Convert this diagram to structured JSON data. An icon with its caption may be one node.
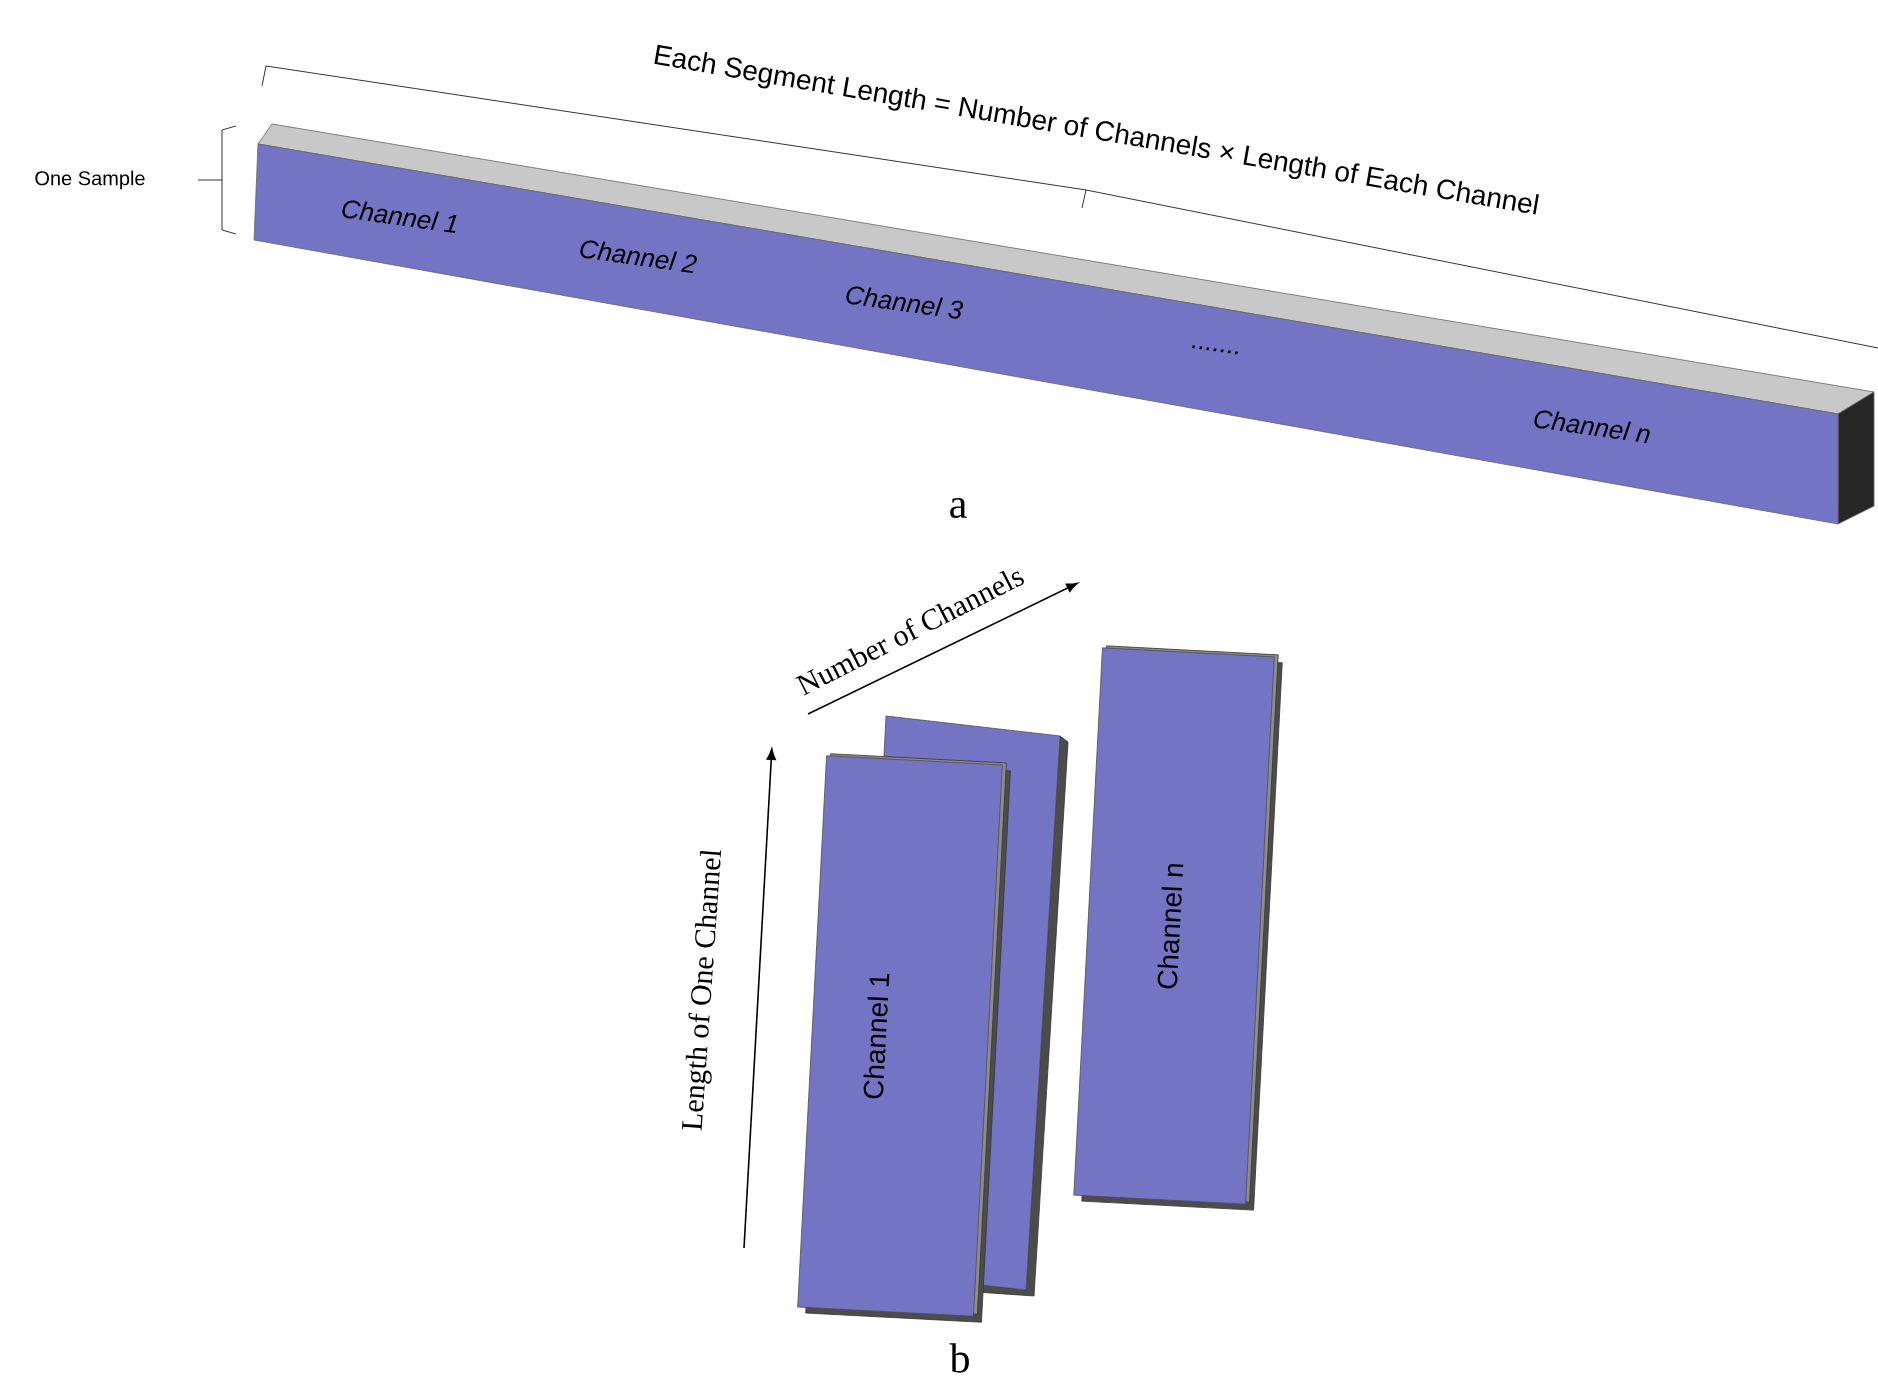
{
  "diagram": {
    "nodes": [
      {
        "text": [
          "Channel 1",
          "Channel 2",
          "Channel 3",
          ".......",
          "Channel n"
        ]
      },
      {
        "text": [
          "Channel 1"
        ]
      },
      {
        "text": [],
        "shape": "box"
      },
      {
        "text": [
          "Channel n"
        ]
      }
    ],
    "labels": [
      "Each Segment Length = Number of Channels × Length of Each Channel",
      "One Sample",
      "a",
      "Number of Channels",
      "Length of One Channel",
      "b"
    ]
  }
}
